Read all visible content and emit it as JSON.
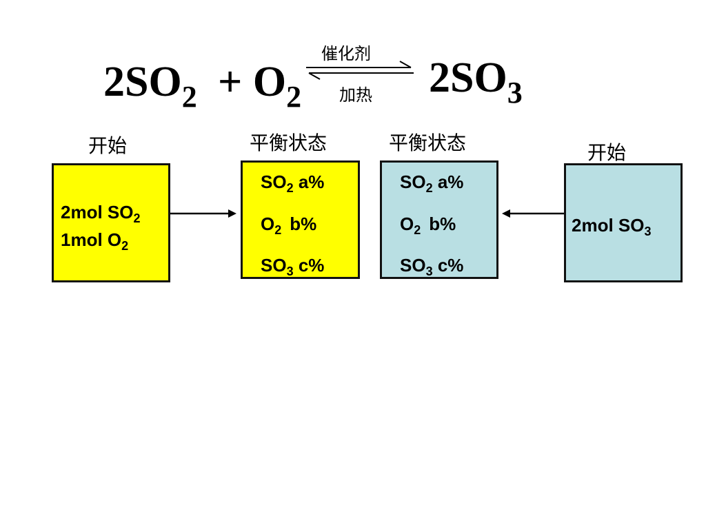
{
  "equation": {
    "reactant1": {
      "coeff": "2",
      "formula": "SO",
      "sub": "2"
    },
    "plus": "+",
    "reactant2": {
      "formula": "O",
      "sub": "2"
    },
    "product": {
      "coeff": "2",
      "formula": "SO",
      "sub": "3"
    },
    "condition_top": "催化剂",
    "condition_bottom": "加热"
  },
  "labels": {
    "start_left": "开始",
    "equilibrium_1": "平衡状态",
    "equilibrium_2": "平衡状态",
    "start_right": "开始"
  },
  "boxes": {
    "start_left": {
      "fill": "#ffff00",
      "line1": {
        "text": "2mol SO",
        "sub": "2"
      },
      "line2": {
        "text": "1mol O",
        "sub": "2"
      }
    },
    "equilibrium_1": {
      "fill": "#ffff00",
      "rows": [
        {
          "species": "SO",
          "sub": "2",
          "value": "a%"
        },
        {
          "species": "O",
          "sub": "2",
          "value": "b%"
        },
        {
          "species": "SO",
          "sub": "3",
          "value": "c%"
        }
      ]
    },
    "equilibrium_2": {
      "fill": "#b9dfe3",
      "rows": [
        {
          "species": "SO",
          "sub": "2",
          "value": "a%"
        },
        {
          "species": "O",
          "sub": "2",
          "value": "b%"
        },
        {
          "species": "SO",
          "sub": "3",
          "value": "c%"
        }
      ]
    },
    "start_right": {
      "fill": "#b9dfe3",
      "line1": {
        "text": "2mol SO",
        "sub": "3"
      }
    }
  }
}
